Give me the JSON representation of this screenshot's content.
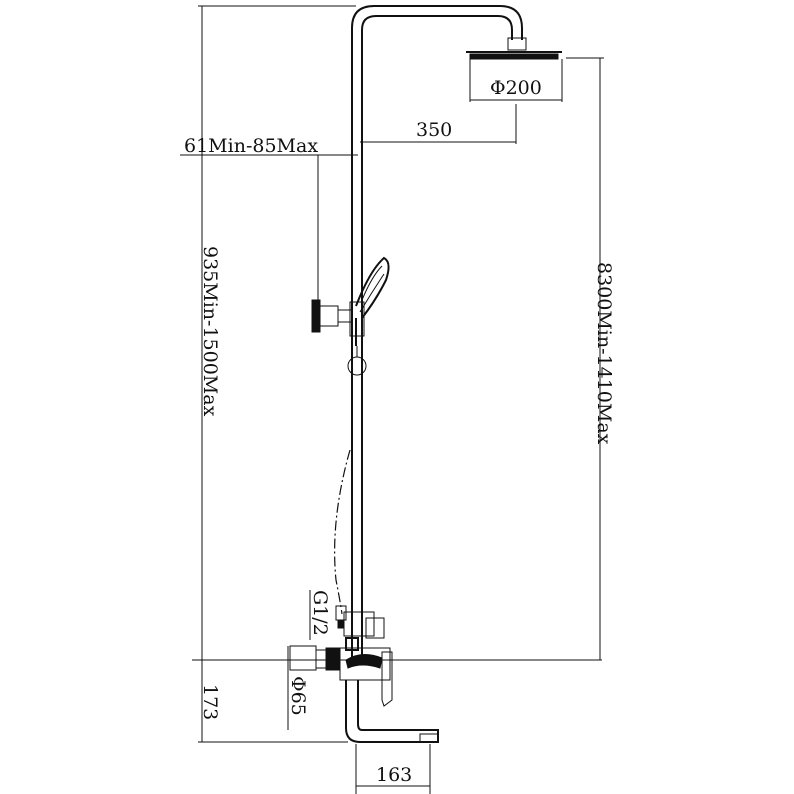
{
  "dimensions": {
    "head_diameter": "Φ200",
    "arm_length": "350",
    "wall_bracket_range": "61Min-85Max",
    "total_height_range": "935Min-1500Max",
    "head_height_range": "8300Min-1410Max",
    "inlet_thread": "G1/2",
    "escutcheon_diameter": "Φ65",
    "mixer_height": "173",
    "spout_length": "163"
  },
  "colors": {
    "line": "#111111",
    "background": "#ffffff"
  }
}
